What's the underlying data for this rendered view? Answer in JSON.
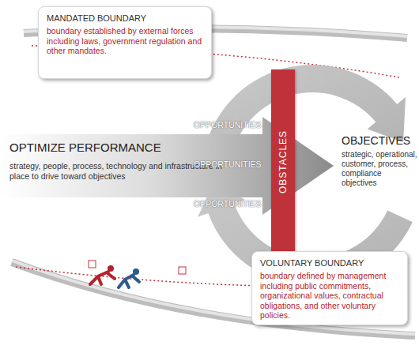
{
  "diagram": {
    "nodes": [
      {
        "text": [
          "MANDATED BOUNDARY",
          "boundary established by external forces including laws, government regulation and other mandates."
        ]
      },
      {
        "text": [
          "OPTIMIZE PERFORMANCE",
          "strategy, people, process, technology and infrastructure in place to drive toward objectives"
        ]
      },
      {
        "text": [
          "OBSTACLES"
        ]
      },
      {
        "text": [
          "VOLUNTARY BOUNDARY",
          "boundary defined by management including public commitments, organizational values, contractual obligations, and other voluntary policies."
        ]
      }
    ],
    "labels": [
      "OPPORTUNITIES",
      "OPPORTUNITIES",
      "OPPORTUNITIES",
      "OBJECTIVES",
      "strategic, operational, customer, process, compliance objectives"
    ]
  }
}
